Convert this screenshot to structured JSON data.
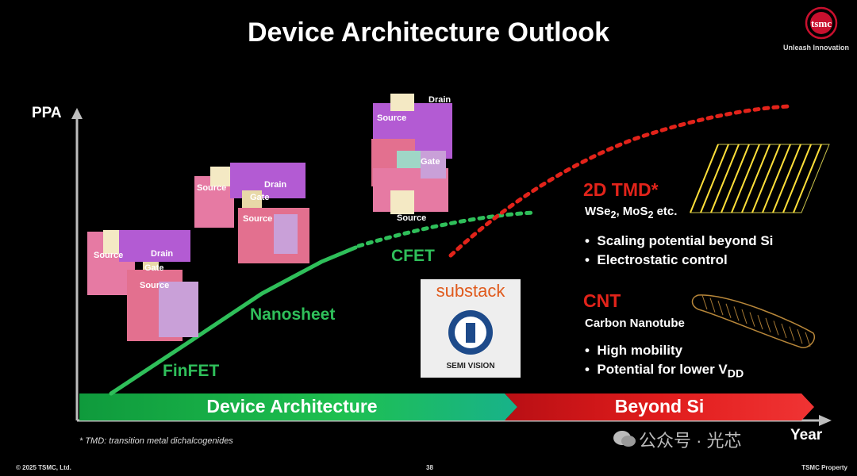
{
  "header": {
    "title": "Device Architecture Outlook",
    "brand_logo_text": "tsmc",
    "brand_tagline": "Unleash Innovation"
  },
  "axes": {
    "y_label": "PPA",
    "x_label": "Year"
  },
  "curves": {
    "finfet": "FinFET",
    "nanosheet": "Nanosheet",
    "cfet": "CFET"
  },
  "bands": {
    "device_architecture": "Device Architecture",
    "beyond_si": "Beyond Si"
  },
  "device_labels": {
    "finfet": [
      "Source",
      "Drain",
      "Gate",
      "Source"
    ],
    "nanosheet": [
      "Source",
      "Drain",
      "Gate",
      "Source"
    ],
    "cfet": [
      "Source",
      "Drain",
      "Gate",
      "Source"
    ]
  },
  "tmd": {
    "title": "2D TMD*",
    "materials_html": "WSe<sub>2</sub>, MoS<sub>2</sub> etc.",
    "bullets": [
      "Scaling potential beyond Si",
      "Electrostatic control"
    ]
  },
  "cnt": {
    "title": "CNT",
    "subtitle": "Carbon Nanotube",
    "bullets_html": [
      "High mobility",
      "Potential for lower V<sub>DD</sub>"
    ]
  },
  "footnote": "* TMD: transition metal dichalcogenides",
  "footer": {
    "copyright": "© 2025 TSMC, Ltd.",
    "page_number": "38",
    "property": "TSMC Property"
  },
  "watermark": {
    "brand": "substack",
    "caption": "SEMI VISION",
    "wechat": "公众号 · 光芯"
  },
  "colors": {
    "green": "#2fbf5a",
    "red": "#e2231a",
    "background": "#000000"
  }
}
